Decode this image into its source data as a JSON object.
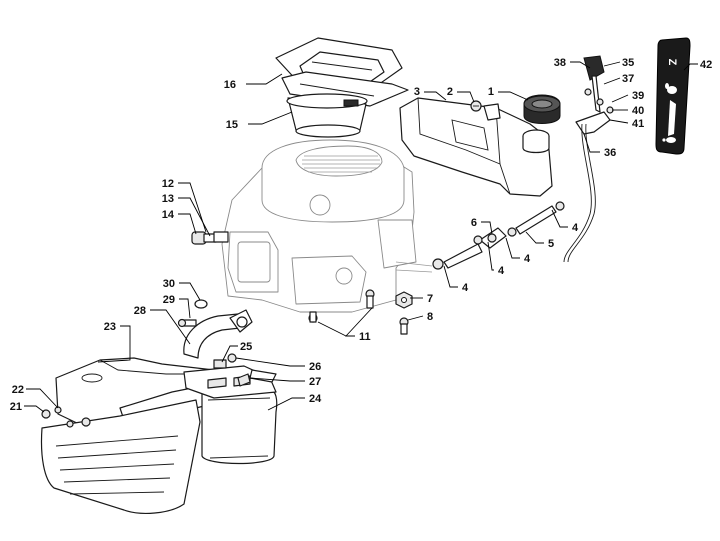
{
  "callouts": [
    {
      "id": "1",
      "text": "1"
    },
    {
      "id": "2",
      "text": "2"
    },
    {
      "id": "3",
      "text": "3"
    },
    {
      "id": "4a",
      "text": "4"
    },
    {
      "id": "4b",
      "text": "4"
    },
    {
      "id": "4c",
      "text": "4"
    },
    {
      "id": "4d",
      "text": "4"
    },
    {
      "id": "5",
      "text": "5"
    },
    {
      "id": "6",
      "text": "6"
    },
    {
      "id": "7",
      "text": "7"
    },
    {
      "id": "8",
      "text": "8"
    },
    {
      "id": "11",
      "text": "11"
    },
    {
      "id": "12",
      "text": "12"
    },
    {
      "id": "13",
      "text": "13"
    },
    {
      "id": "14",
      "text": "14"
    },
    {
      "id": "15",
      "text": "15"
    },
    {
      "id": "16",
      "text": "16"
    },
    {
      "id": "21",
      "text": "21"
    },
    {
      "id": "22",
      "text": "22"
    },
    {
      "id": "23",
      "text": "23"
    },
    {
      "id": "24",
      "text": "24"
    },
    {
      "id": "25",
      "text": "25"
    },
    {
      "id": "26",
      "text": "26"
    },
    {
      "id": "27",
      "text": "27"
    },
    {
      "id": "28",
      "text": "28"
    },
    {
      "id": "29",
      "text": "29"
    },
    {
      "id": "30",
      "text": "30"
    },
    {
      "id": "35",
      "text": "35"
    },
    {
      "id": "36",
      "text": "36"
    },
    {
      "id": "37",
      "text": "37"
    },
    {
      "id": "38",
      "text": "38"
    },
    {
      "id": "39",
      "text": "39"
    },
    {
      "id": "40",
      "text": "40"
    },
    {
      "id": "41",
      "text": "41"
    },
    {
      "id": "42",
      "text": "42"
    }
  ],
  "decal_icons": [
    "choke-icon",
    "fast-rabbit-icon",
    "slow-turtle-icon"
  ]
}
